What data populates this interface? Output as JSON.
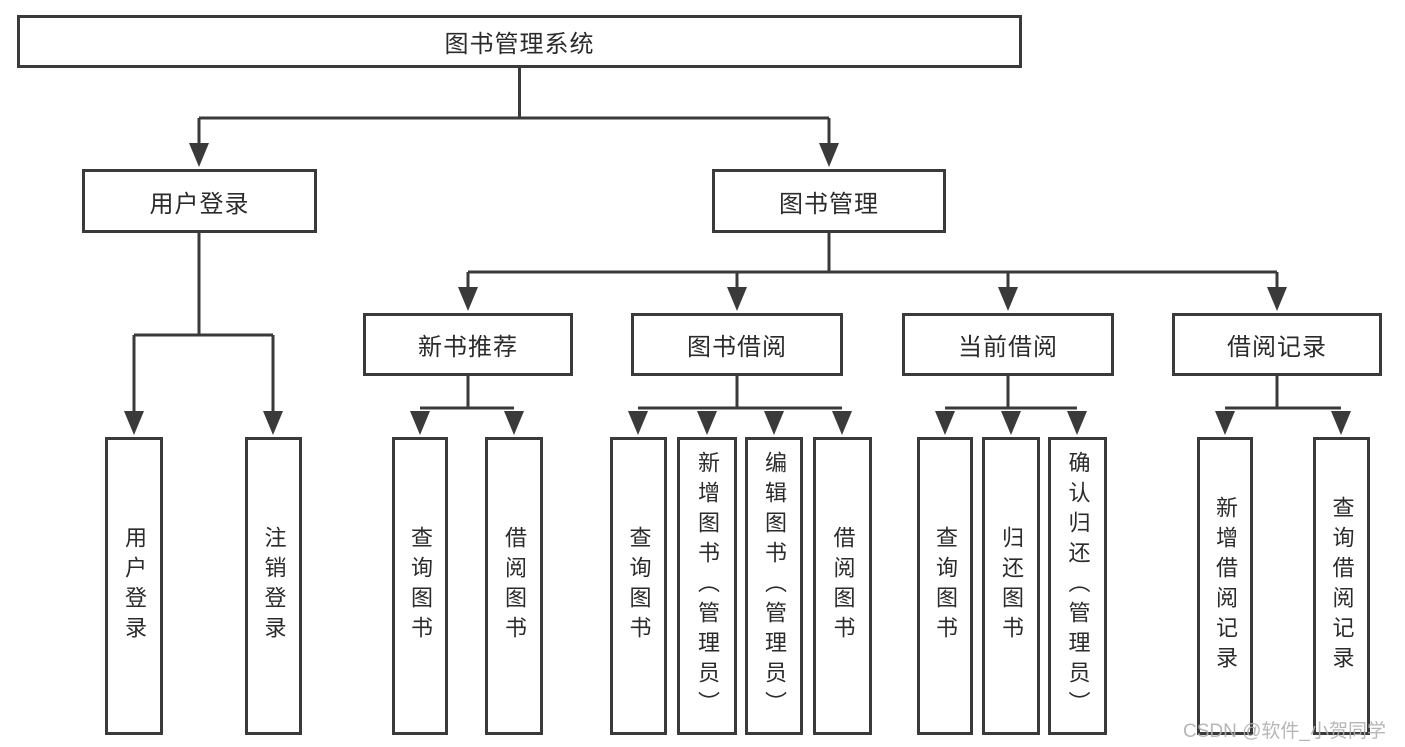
{
  "diagram": {
    "root": {
      "label": "图书管理系统"
    },
    "level2": [
      {
        "label": "用户登录"
      },
      {
        "label": "图书管理"
      }
    ],
    "level3": [
      {
        "label": "新书推荐",
        "parent": "图书管理"
      },
      {
        "label": "图书借阅",
        "parent": "图书管理"
      },
      {
        "label": "当前借阅",
        "parent": "图书管理"
      },
      {
        "label": "借阅记录",
        "parent": "图书管理"
      }
    ],
    "leaves": [
      {
        "label": "用户登录",
        "parent": "用户登录"
      },
      {
        "label": "注销登录",
        "parent": "用户登录"
      },
      {
        "label": "查询图书",
        "parent": "新书推荐"
      },
      {
        "label": "借阅图书",
        "parent": "新书推荐"
      },
      {
        "label": "查询图书",
        "parent": "图书借阅"
      },
      {
        "label": "新增图书（管理员）",
        "parent": "图书借阅"
      },
      {
        "label": "编辑图书（管理员）",
        "parent": "图书借阅"
      },
      {
        "label": "借阅图书",
        "parent": "图书借阅"
      },
      {
        "label": "查询图书",
        "parent": "当前借阅"
      },
      {
        "label": "归还图书",
        "parent": "当前借阅"
      },
      {
        "label": "确认归还（管理员）",
        "parent": "当前借阅"
      },
      {
        "label": "新增借阅记录",
        "parent": "借阅记录"
      },
      {
        "label": "查询借阅记录",
        "parent": "借阅记录"
      }
    ]
  },
  "watermark": "CSDN @软件_小贺同学",
  "colors": {
    "line": "#3a3a3a",
    "text": "#2b2b2b",
    "watermark": "#afafaf",
    "background": "#ffffff"
  }
}
